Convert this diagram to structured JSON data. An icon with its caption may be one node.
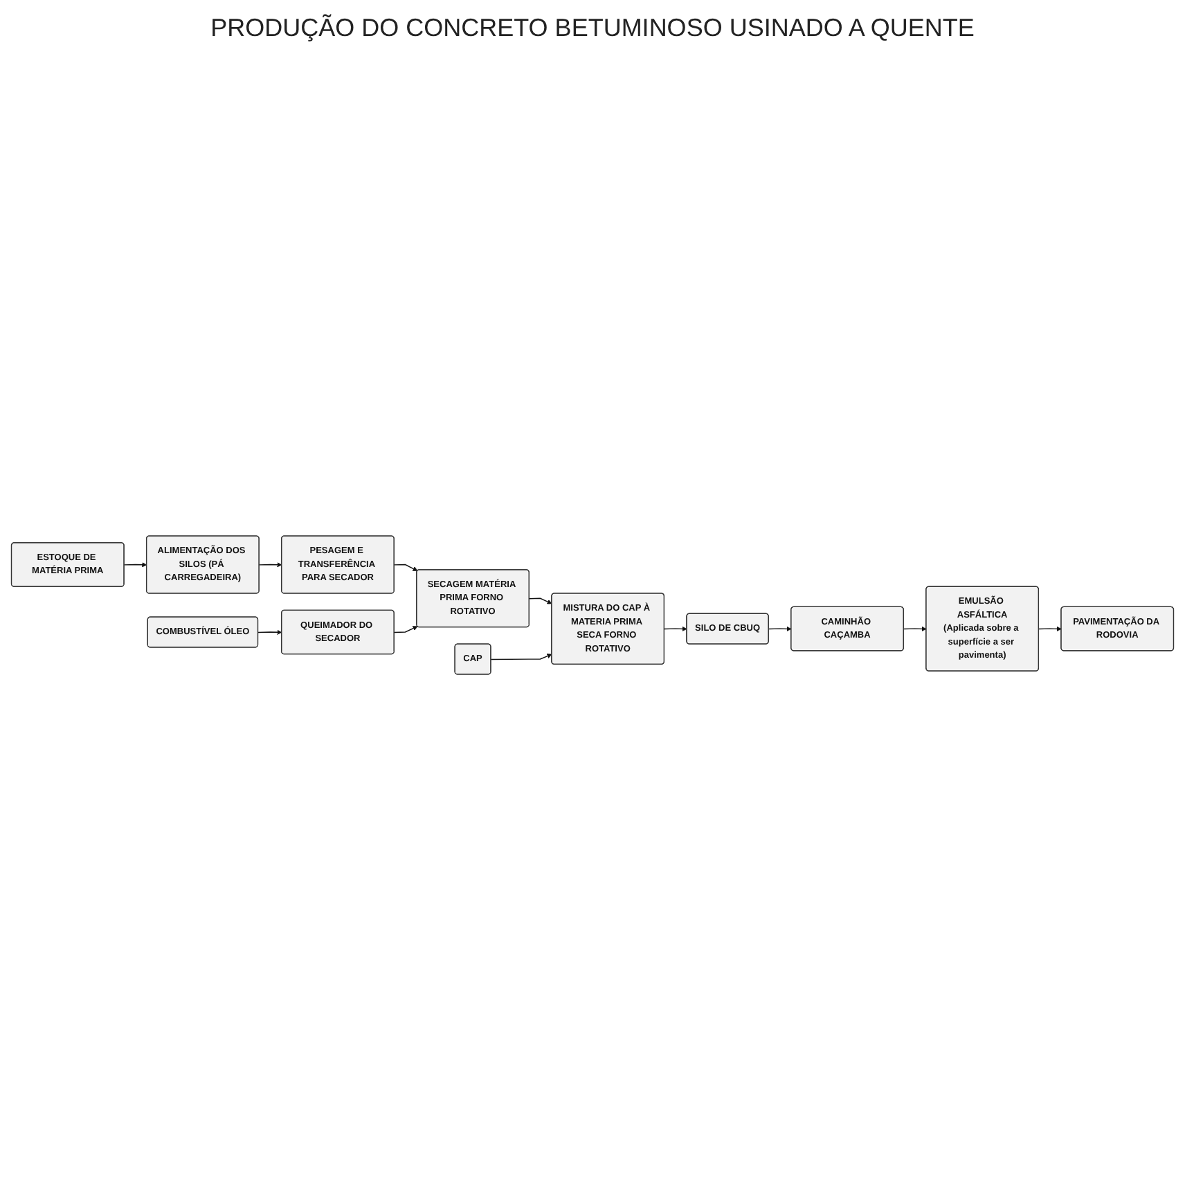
{
  "diagram": {
    "title": "PRODUÇÃO DO CONCRETO BETUMINOSO USINADO A QUENTE",
    "nodes": [
      {
        "text": [
          "ESTOQUE DE MATÉRIA PRIMA"
        ]
      },
      {
        "text": [
          "ALIMENTAÇÃO DOS SILOS (PÁ CARREGADEIRA)"
        ]
      },
      {
        "text": [
          "PESAGEM E TRANSFERÊNCIA PARA SECADOR"
        ]
      },
      {
        "text": [
          "COMBUSTÍVEL ÓLEO"
        ]
      },
      {
        "text": [
          "QUEIMADOR DO SECADOR"
        ]
      },
      {
        "text": [
          "SECAGEM MATÉRIA PRIMA FORNO ROTATIVO"
        ]
      },
      {
        "text": [
          "CAP"
        ]
      },
      {
        "text": [
          "MISTURA DO CAP À MATERIA PRIMA SECA FORNO ROTATIVO"
        ]
      },
      {
        "text": [
          "SILO DE CBUQ"
        ]
      },
      {
        "text": [
          "CAMINHÃO CAÇAMBA"
        ]
      },
      {
        "text": [
          "EMULSÃO ASFÁLTICA",
          "(Aplicada sobre a superfície a ser pavimenta)"
        ]
      },
      {
        "text": [
          "PAVIMENTAÇÃO DA RODOVIA"
        ]
      }
    ],
    "edges": [
      {
        "from": 0,
        "to": 1,
        "arrow": "to"
      },
      {
        "from": 1,
        "to": 2,
        "arrow": "to"
      },
      {
        "from": 2,
        "to": 5,
        "arrow": "to"
      },
      {
        "from": 3,
        "to": 4,
        "arrow": "to"
      },
      {
        "from": 4,
        "to": 5,
        "arrow": "to"
      },
      {
        "from": 5,
        "to": 7,
        "arrow": "to"
      },
      {
        "from": 6,
        "to": 7,
        "arrow": "to"
      },
      {
        "from": 7,
        "to": 8,
        "arrow": "to"
      },
      {
        "from": 8,
        "to": 9,
        "arrow": "to"
      },
      {
        "from": 9,
        "to": 10,
        "arrow": "to"
      },
      {
        "from": 10,
        "to": 11,
        "arrow": "to"
      }
    ]
  }
}
